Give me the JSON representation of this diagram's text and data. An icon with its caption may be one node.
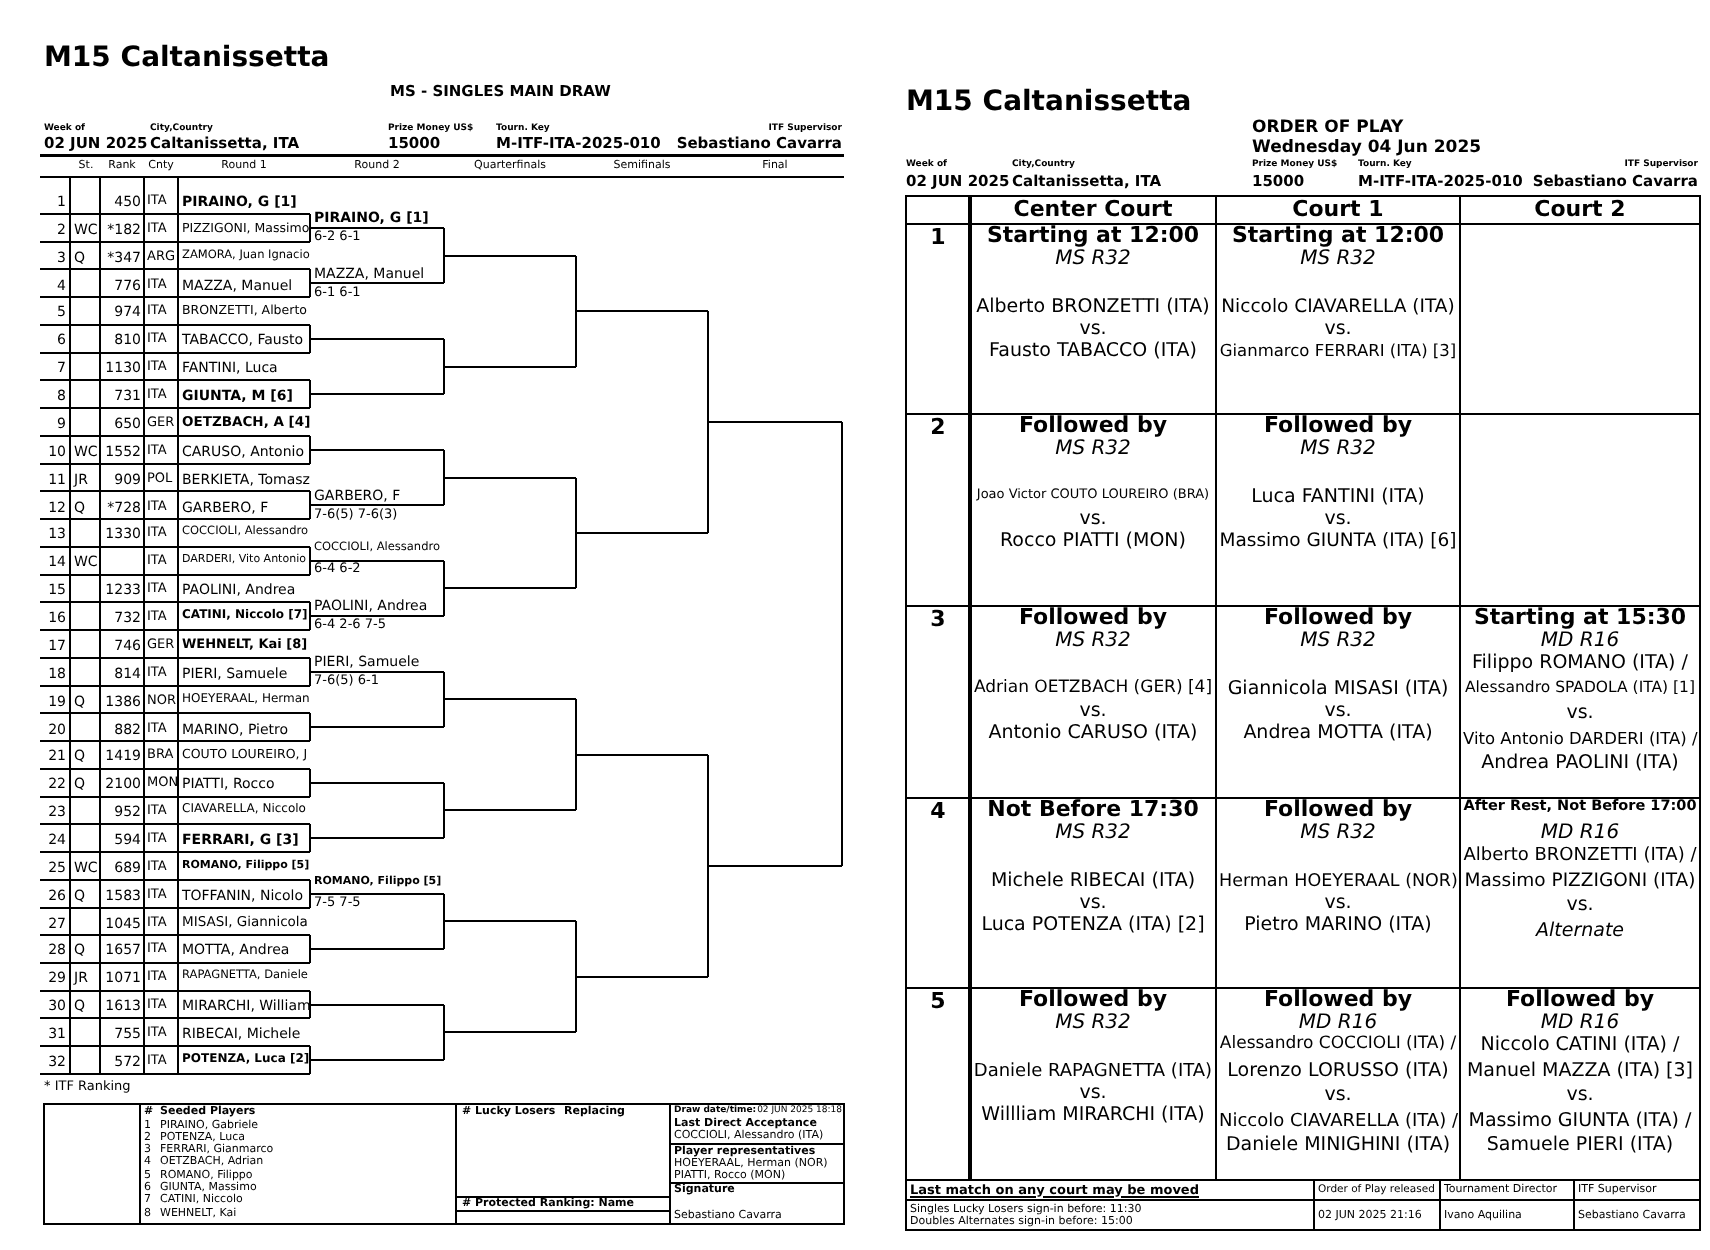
{
  "diagram": {
    "title": "M15 Caltanissetta",
    "labels": [
      "MS - SINGLES MAIN DRAW",
      "Week of",
      "02 JUN 2025",
      "City,Country",
      "Caltanissetta, ITA",
      "Prize Money US$",
      "15000",
      "Tourn. Key",
      "M-ITF-ITA-2025-010",
      "ITF Supervisor",
      "Sebastiano Cavarra",
      "St.",
      "Rank",
      "Cnty",
      "Round 1",
      "Round 2",
      "Quarterfinals",
      "Semifinals",
      "Final",
      "1",
      "450",
      "ITA",
      "PIRAINO, G [1]",
      "2",
      "WC",
      "*182",
      "ITA",
      "PIZZIGONI, Massimo",
      "3",
      "Q",
      "*347",
      "ARG",
      "ZAMORA, Juan Ignacio",
      "4",
      "776",
      "ITA",
      "MAZZA, Manuel",
      "5",
      "974",
      "ITA",
      "BRONZETTI, Alberto",
      "6",
      "810",
      "ITA",
      "TABACCO, Fausto",
      "7",
      "1130",
      "ITA",
      "FANTINI, Luca",
      "8",
      "731",
      "ITA",
      "GIUNTA, M [6]",
      "9",
      "650",
      "GER",
      "OETZBACH, A [4]",
      "10",
      "WC",
      "1552",
      "ITA",
      "CARUSO, Antonio",
      "11",
      "JR",
      "909",
      "POL",
      "BERKIETA, Tomasz",
      "12",
      "Q",
      "*728",
      "ITA",
      "GARBERO, F",
      "13",
      "1330",
      "ITA",
      "COCCIOLI, Alessandro",
      "14",
      "WC",
      "ITA",
      "DARDERI, Vito Antonio",
      "15",
      "1233",
      "ITA",
      "PAOLINI, Andrea",
      "16",
      "732",
      "ITA",
      "CATINI, Niccolo [7]",
      "17",
      "746",
      "GER",
      "WEHNELT, Kai [8]",
      "18",
      "814",
      "ITA",
      "PIERI, Samuele",
      "19",
      "Q",
      "1386",
      "NOR",
      "HOEYERAAL, Herman",
      "20",
      "882",
      "ITA",
      "MARINO, Pietro",
      "21",
      "Q",
      "1419",
      "BRA",
      "COUTO LOUREIRO, J",
      "22",
      "Q",
      "2100",
      "MON",
      "PIATTI, Rocco",
      "23",
      "952",
      "ITA",
      "CIAVARELLA, Niccolo",
      "24",
      "594",
      "ITA",
      "FERRARI, G [3]",
      "25",
      "WC",
      "689",
      "ITA",
      "ROMANO, Filippo [5]",
      "26",
      "Q",
      "1583",
      "ITA",
      "TOFFANIN, Nicolo",
      "27",
      "1045",
      "ITA",
      "MISASI, Giannicola",
      "28",
      "Q",
      "1657",
      "ITA",
      "MOTTA, Andrea",
      "29",
      "JR",
      "1071",
      "ITA",
      "RAPAGNETTA, Daniele",
      "30",
      "Q",
      "1613",
      "ITA",
      "MIRARCHI, William",
      "31",
      "755",
      "ITA",
      "RIBECAI, Michele",
      "32",
      "572",
      "ITA",
      "POTENZA, Luca [2]",
      "PIRAINO, G [1]",
      "6-2 6-1",
      "MAZZA, Manuel",
      "6-1 6-1",
      "GARBERO, F",
      "7-6(5) 7-6(3)",
      "COCCIOLI, Alessandro",
      "6-4 6-2",
      "PAOLINI, Andrea",
      "6-4 2-6 7-5",
      "PIERI, Samuele",
      "7-6(5) 6-1",
      "ROMANO, Filippo [5]",
      "7-5 7-5",
      "* ITF Ranking",
      "#",
      "Seeded Players",
      "1",
      "PIRAINO, Gabriele",
      "2",
      "POTENZA, Luca",
      "3",
      "FERRARI, Gianmarco",
      "4",
      "OETZBACH, Adrian",
      "5",
      "ROMANO, Filippo",
      "6",
      "GIUNTA, Massimo",
      "7",
      "CATINI, Niccolo",
      "8",
      "WEHNELT, Kai",
      "# Lucky Losers",
      "Replacing",
      "# Protected Ranking: Name",
      "Draw date/time:",
      "02 JUN 2025 18:18",
      "Last Direct Acceptance",
      "COCCIOLI, Alessandro (ITA)",
      "Player representatives",
      "HOEYERAAL, Herman (NOR)",
      "PIATTI, Rocco (MON)",
      "Signature",
      "Sebastiano Cavarra",
      "M15 Caltanissetta",
      "ORDER OF PLAY",
      "Wednesday 04 Jun 2025",
      "Week of",
      "02 JUN 2025",
      "City,Country",
      "Caltanissetta, ITA",
      "Prize Money US$",
      "15000",
      "Tourn. Key",
      "M-ITF-ITA-2025-010",
      "ITF Supervisor",
      "Sebastiano Cavarra",
      "Center Court",
      "Court 1",
      "Court 2",
      "1",
      "Starting at 12:00",
      "MS R32",
      "Alberto BRONZETTI (ITA)",
      "vs.",
      "Fausto TABACCO (ITA)",
      "Starting at 12:00",
      "MS R32",
      "Niccolo CIAVARELLA (ITA)",
      "vs.",
      "Gianmarco FERRARI (ITA) [3]",
      "2",
      "Followed by",
      "MS R32",
      "Joao Victor COUTO LOUREIRO (BRA)",
      "vs.",
      "Rocco PIATTI (MON)",
      "Followed by",
      "MS R32",
      "Luca FANTINI (ITA)",
      "vs.",
      "Massimo GIUNTA (ITA) [6]",
      "3",
      "Followed by",
      "MS R32",
      "Adrian OETZBACH (GER) [4]",
      "vs.",
      "Antonio CARUSO (ITA)",
      "Followed by",
      "MS R32",
      "Giannicola MISASI (ITA)",
      "vs.",
      "Andrea MOTTA (ITA)",
      "Starting at 15:30",
      "MD R16",
      "Filippo ROMANO (ITA) /",
      "Alessandro SPADOLA (ITA) [1]",
      "vs.",
      "Vito Antonio DARDERI (ITA) /",
      "Andrea PAOLINI (ITA)",
      "4",
      "Not Before 17:30",
      "MS R32",
      "Michele RIBECAI (ITA)",
      "vs.",
      "Luca POTENZA (ITA) [2]",
      "Followed by",
      "MS R32",
      "Herman HOEYERAAL (NOR)",
      "vs.",
      "Pietro MARINO (ITA)",
      "After Rest, Not Before 17:00",
      "MD R16",
      "Alberto BRONZETTI (ITA) /",
      "Massimo PIZZIGONI (ITA)",
      "vs.",
      "Alternate",
      "5",
      "Followed by",
      "MS R32",
      "Daniele RAPAGNETTA (ITA)",
      "vs.",
      "Willliam MIRARCHI (ITA)",
      "Followed by",
      "MD R16",
      "Alessandro COCCIOLI (ITA) /",
      "Lorenzo LORUSSO (ITA)",
      "vs.",
      "Niccolo CIAVARELLA (ITA) /",
      "Daniele MINIGHINI (ITA)",
      "Followed by",
      "MD R16",
      "Niccolo CATINI (ITA) /",
      "Manuel MAZZA (ITA) [3]",
      "vs.",
      "Massimo GIUNTA (ITA) /",
      "Samuele PIERI (ITA)",
      "Last match on any court may be moved",
      "Order of Play released",
      "Tournament Director",
      "ITF Supervisor",
      "Singles Lucky Losers sign-in before: 11:30",
      "Doubles Alternates sign-in before: 15:00",
      "02 JUN 2025 21:16",
      "Ivano Aquilina",
      "Sebastiano Cavarra"
    ]
  }
}
